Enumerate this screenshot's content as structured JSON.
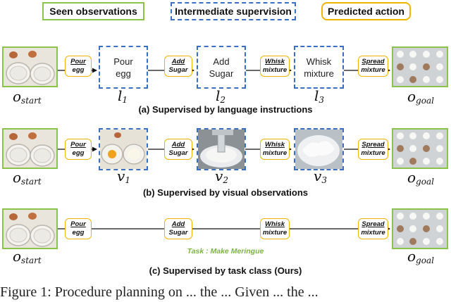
{
  "legend": {
    "seen": "Seen observations",
    "intermediate": "Intermediate supervision",
    "predicted": "Predicted action"
  },
  "colors": {
    "seen_border": "#8bc34a",
    "intermediate_border": "#3a6ec4",
    "action_border": "#f0b400",
    "task_text": "#7cb342"
  },
  "rows": {
    "a": {
      "caption": "(a) Supervised by language instructions",
      "actions": [
        {
          "top": "Pour",
          "bottom": "egg"
        },
        {
          "top": "Add",
          "bottom": "Sugar"
        },
        {
          "top": "Whisk",
          "bottom": "mixture"
        },
        {
          "top": "Spread",
          "bottom": "mixture"
        }
      ],
      "instructions": [
        {
          "line1": "Pour",
          "line2": "egg"
        },
        {
          "line1": "Add",
          "line2": "Sugar"
        },
        {
          "line1": "Whisk",
          "line2": "mixture"
        }
      ],
      "labels": {
        "start": {
          "base": "o",
          "sub": "start"
        },
        "goal": {
          "base": "o",
          "sub": "goal"
        },
        "mid": [
          {
            "base": "l",
            "sub": "1"
          },
          {
            "base": "l",
            "sub": "2"
          },
          {
            "base": "l",
            "sub": "3"
          }
        ]
      }
    },
    "b": {
      "caption": "(b) Supervised by visual observations",
      "actions": [
        {
          "top": "Pour",
          "bottom": "egg"
        },
        {
          "top": "Add",
          "bottom": "Sugar"
        },
        {
          "top": "Whisk",
          "bottom": "mixture"
        },
        {
          "top": "Spread",
          "bottom": "mixture"
        }
      ],
      "labels": {
        "start": {
          "base": "o",
          "sub": "start"
        },
        "goal": {
          "base": "o",
          "sub": "goal"
        },
        "mid": [
          {
            "base": "v",
            "sub": "1"
          },
          {
            "base": "v",
            "sub": "2"
          },
          {
            "base": "v",
            "sub": "3"
          }
        ]
      }
    },
    "c": {
      "caption": "(c) Supervised by task class (Ours)",
      "task": "Task : Make Meringue",
      "actions": [
        {
          "top": "Pour",
          "bottom": "egg"
        },
        {
          "top": "Add",
          "bottom": "Sugar"
        },
        {
          "top": "Whisk",
          "bottom": "mixture"
        },
        {
          "top": "Spread",
          "bottom": "mixture"
        }
      ],
      "labels": {
        "start": {
          "base": "o",
          "sub": "start"
        },
        "goal": {
          "base": "o",
          "sub": "goal"
        }
      }
    }
  },
  "figure_caption": "Figure 1: Procedure planning on ... the ... Given ... the ..."
}
